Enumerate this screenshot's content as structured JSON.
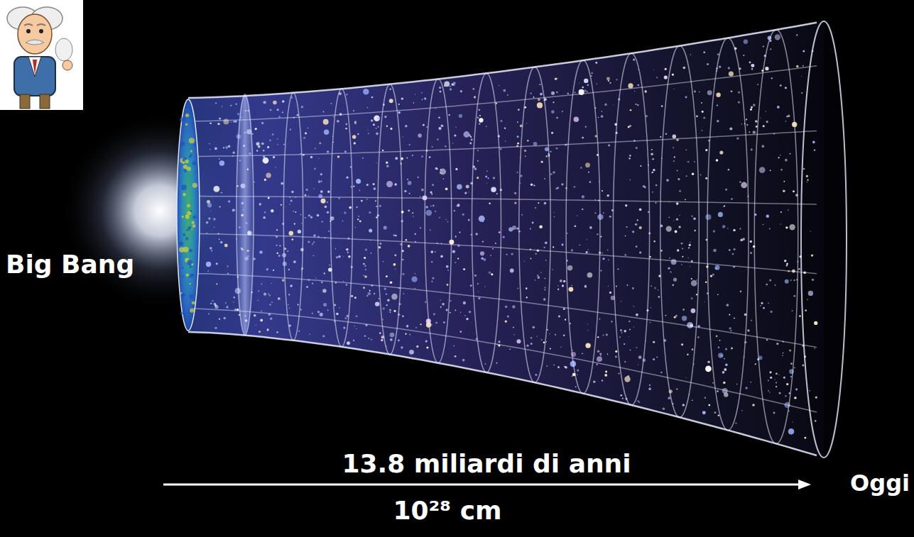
{
  "diagram": {
    "labels": [
      "Big Bang",
      "13.8 miliardi di anni",
      "Oggi",
      "10²⁸ cm"
    ]
  }
}
